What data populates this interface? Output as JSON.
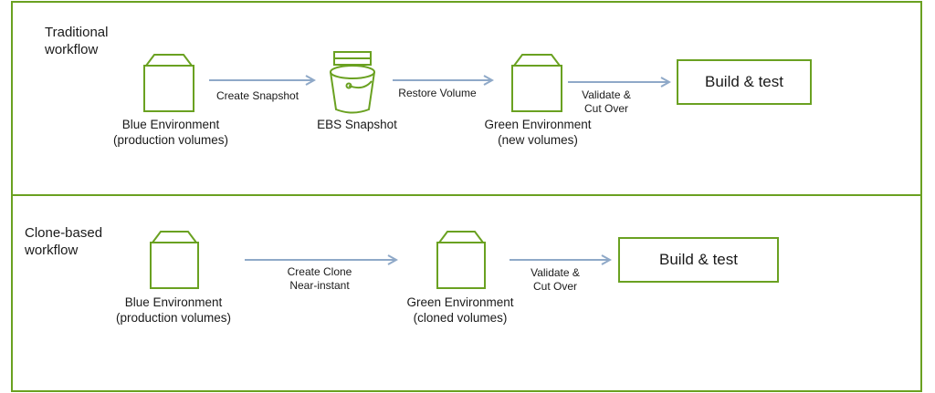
{
  "traditional": {
    "title_line1": "Traditional",
    "title_line2": "workflow",
    "source": {
      "line1": "Blue Environment",
      "line2": "(production volumes)"
    },
    "arrow1_label": "Create Snapshot",
    "snapshot": {
      "label": "EBS Snapshot"
    },
    "arrow2_label": "Restore Volume",
    "target": {
      "line1": "Green Environment",
      "line2": "(new volumes)"
    },
    "arrow3": {
      "line1": "Validate &",
      "line2": "Cut Over"
    },
    "result_label": "Build & test"
  },
  "clone": {
    "title_line1": "Clone-based",
    "title_line2": "workflow",
    "source": {
      "line1": "Blue Environment",
      "line2": "(production volumes)"
    },
    "arrow1": {
      "line1": "Create Clone",
      "line2": "Near-instant"
    },
    "target": {
      "line1": "Green Environment",
      "line2": "(cloned volumes)"
    },
    "arrow2": {
      "line1": "Validate &",
      "line2": "Cut Over"
    },
    "result_label": "Build & test"
  },
  "colors": {
    "border": "#6aa121",
    "arrow": "#8fa9c8"
  },
  "icons": {
    "volume": "volume-box-icon",
    "snapshot": "bucket-icon"
  }
}
